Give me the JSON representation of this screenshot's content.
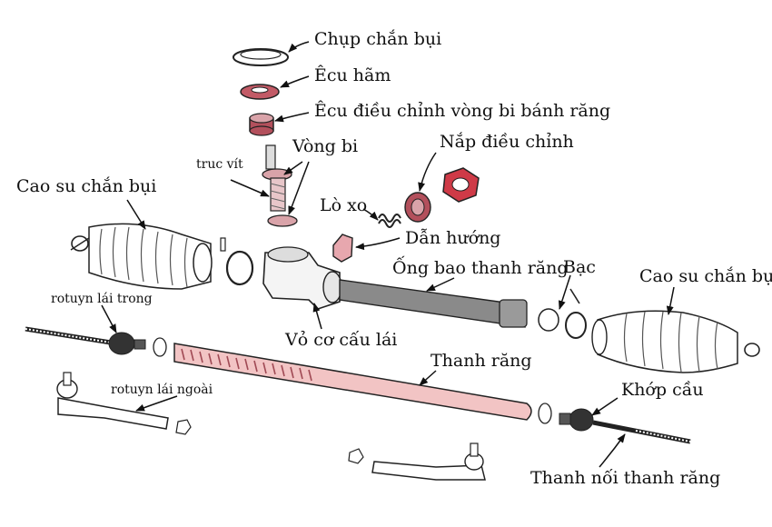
{
  "labels": {
    "dust_cap": "Chụp chắn bụi",
    "lock_nut": "Êcu hãm",
    "adjust_nut": "Êcu điều chỉnh vòng bi bánh răng",
    "bearing": "Vòng bi",
    "pinion": "truc vít",
    "adjust_cover": "Nắp điều chỉnh",
    "boot_left": "Cao su chắn bụi",
    "spring": "Lò xo",
    "guide": "Dẫn hướng",
    "housing_tube": "Ống bao thanh răng",
    "bushing": "Bạc",
    "boot_right": "Cao su chắn bụi",
    "inner_joint": "rotuyn lái trong",
    "housing": "Vỏ cơ cấu lái",
    "rack": "Thanh răng",
    "outer_joint": "rotuyn lái ngoài",
    "ball_joint": "Khớp cầu",
    "tie_rod": "Thanh nối thanh răng"
  },
  "colors": {
    "highlight": "#d9a3a9",
    "highlight_dark": "#b3505c",
    "part_gray": "#8a8a8a",
    "outline": "#222222"
  }
}
